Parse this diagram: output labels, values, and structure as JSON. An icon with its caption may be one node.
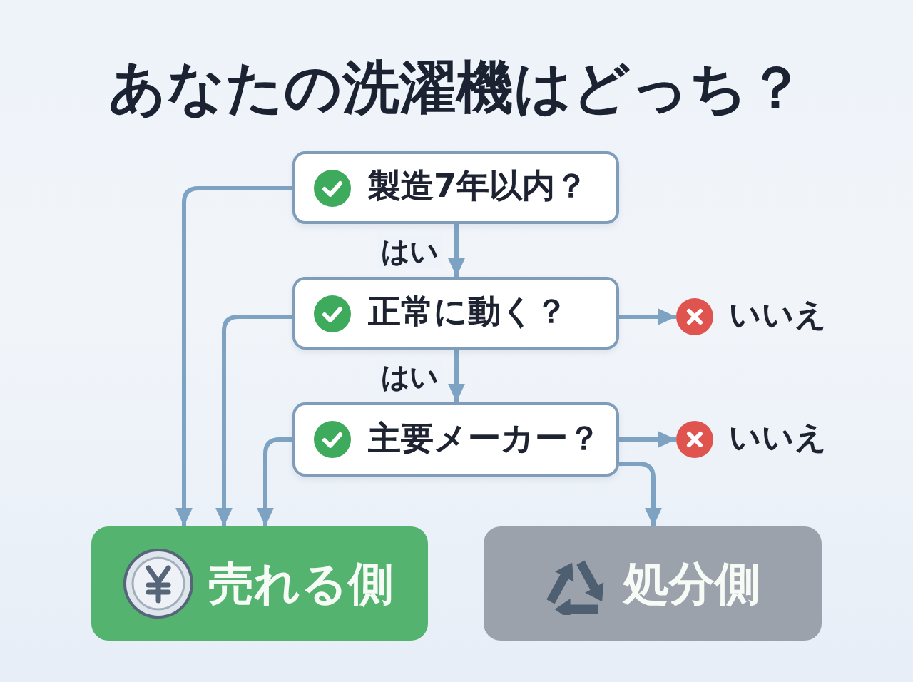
{
  "diagram": {
    "title": "あなたの洗濯機はどっち？",
    "nodes": [
      {
        "text": [
          "製造7年以内？"
        ]
      },
      {
        "text": [
          "正常に動く？"
        ]
      },
      {
        "text": [
          "主要メーカー？"
        ]
      },
      {
        "text": [
          "いいえ"
        ]
      },
      {
        "text": [
          "いいえ"
        ]
      },
      {
        "text": [
          "売れる側"
        ]
      },
      {
        "text": [
          "処分側"
        ]
      }
    ],
    "edges": [
      {
        "from": 0,
        "to": 1,
        "arrow": "to",
        "label": "はい"
      },
      {
        "from": 1,
        "to": 2,
        "arrow": "to",
        "label": "はい"
      },
      {
        "from": 0,
        "to": 5,
        "arrow": "to"
      },
      {
        "from": 1,
        "to": 5,
        "arrow": "to"
      },
      {
        "from": 2,
        "to": 5,
        "arrow": "to"
      },
      {
        "from": 1,
        "to": 3,
        "arrow": "to"
      },
      {
        "from": 2,
        "to": 4,
        "arrow": "to"
      },
      {
        "from": 2,
        "to": 6,
        "arrow": "to"
      }
    ]
  }
}
